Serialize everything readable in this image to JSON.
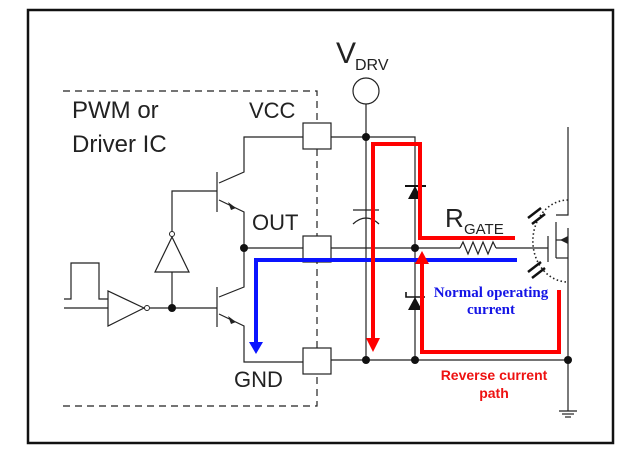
{
  "diagram": {
    "title": "Gate driver reverse current path",
    "ic_block": {
      "label_line1": "PWM or",
      "label_line2": "Driver IC",
      "pins": {
        "vcc": "VCC",
        "out": "OUT",
        "gnd": "GND"
      }
    },
    "supply": {
      "label_main": "V",
      "label_sub": "DRV"
    },
    "gate_resistor": {
      "label_main": "R",
      "label_sub": "GATE"
    },
    "annotations": {
      "normal_line1": "Normal operating",
      "normal_line2": "current",
      "reverse_line1": "Reverse current",
      "reverse_line2": "path"
    },
    "colors": {
      "normal_path": "#0a14ff",
      "reverse_path": "#ff0000",
      "wire": "#222222",
      "normal_text": "#1414e6",
      "reverse_text": "#ee1111"
    }
  }
}
